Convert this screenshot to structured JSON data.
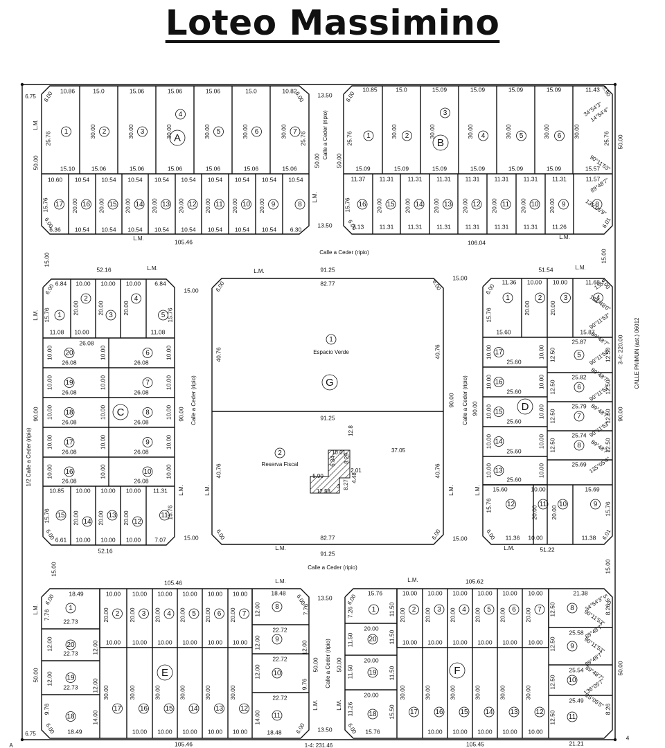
{
  "title": "Loteo Massimino",
  "street_labels": {
    "h1": "Calle a Ceder (ripio)",
    "h2": "Calle a Ceder (ripio)",
    "v_ab": "Calle a Ceder (ripio)",
    "v_cg": "Calle a Ceder (ripio)",
    "v_gd": "Calle a Ceder (ripio)",
    "v_ef": "Calle a Ceder (ripio)",
    "west": "1/2 Calle a Ceder (ripio)",
    "east": "CALLE PAIMUN (ast.) 06012"
  },
  "blocks": {
    "A": {
      "letter": "A",
      "top_dims": [
        "10.86",
        "15.0",
        "15.06",
        "15.06",
        "15.06",
        "15.0",
        "10.82"
      ],
      "upper_lots": [
        "1",
        "2",
        "3",
        "4",
        "5",
        "6",
        "7"
      ],
      "mid_dims": [
        "15.10",
        "15.06",
        "15.06",
        "15.06",
        "15.06",
        "15.06",
        "15.06"
      ],
      "row2_top": [
        "10.60",
        "10.54",
        "10.54",
        "10.54",
        "10.54",
        "10.54",
        "10.54",
        "10.54",
        "10.54",
        "10.54"
      ],
      "lower_lots": [
        "17",
        "16",
        "15",
        "14",
        "13",
        "12",
        "11",
        "10",
        "9",
        "8"
      ],
      "row2_bot": [
        "6.36",
        "10.54",
        "10.54",
        "10.54",
        "10.54",
        "10.54",
        "10.54",
        "10.54",
        "10.54",
        "6.30"
      ],
      "depth_30": "30.00",
      "depth_20": "20.00",
      "side_left": "25.76",
      "side_right": "25.76",
      "lower_side": "15.76",
      "corner": "6.00",
      "west_len": "50.00",
      "lm": "L.M.",
      "south_len": "105.46"
    },
    "B": {
      "letter": "B",
      "top_dims": [
        "10.85",
        "15.0",
        "15.09",
        "15.09",
        "15.09",
        "15.09",
        "11.43"
      ],
      "upper_lots": [
        "1",
        "2",
        "3",
        "4",
        "5",
        "6"
      ],
      "mid_dims": [
        "15.09",
        "15.09",
        "15.09",
        "15.09",
        "15.09",
        "15.09",
        "15.57"
      ],
      "row2_top": [
        "11.37",
        "11.31",
        "11.31",
        "11.31",
        "11.31",
        "11.31",
        "11.31",
        "11.31",
        "11.57"
      ],
      "lower_lots": [
        "16",
        "15",
        "14",
        "13",
        "12",
        "11",
        "10",
        "9",
        "8"
      ],
      "row2_bot": [
        "7.13",
        "11.31",
        "11.31",
        "11.31",
        "11.31",
        "11.31",
        "11.31",
        "11.26"
      ],
      "angles": [
        "34°54'3\"",
        "14°54'4\"",
        "90°11'53\"",
        "89°48'7\"",
        "135°05'9\""
      ],
      "depth_30": "30.00",
      "depth_20": "20.00",
      "side_left": "25.76",
      "side_right": "25.76",
      "lower_side": "15.76",
      "corner": "6.00",
      "corner2": "5.90",
      "corner3": "6.01",
      "east_len": "50.00",
      "lm": "L.M.",
      "south_len": "106.04"
    },
    "C": {
      "letter": "C",
      "top_len": "52.16",
      "bottom_len": "52.16",
      "lm": "L.M.",
      "top_dims": [
        "6.84",
        "10.00",
        "10.00",
        "10.00",
        "6.84"
      ],
      "top_lots": [
        "1",
        "2",
        "3",
        "4",
        "5"
      ],
      "top_bottom_dims": [
        "11.08",
        "10.00",
        "11.08"
      ],
      "left_lots": [
        "20",
        "19",
        "18",
        "17",
        "16"
      ],
      "right_lots": [
        "6",
        "7",
        "8",
        "9",
        "10"
      ],
      "lot_width": "26.08",
      "lot_depth": "10.00",
      "bottom_top_dims": [
        "10.85",
        "10.00",
        "10.00",
        "10.00",
        "11.31"
      ],
      "bottom_lots": [
        "15",
        "14",
        "13",
        "12",
        "11"
      ],
      "bottom_dims": [
        "6.61",
        "10.00",
        "10.00",
        "10.00",
        "7.07"
      ],
      "depth_20": "20.00",
      "side": "15.76",
      "corner": "6.00",
      "height": "90.00",
      "street_w": "15.00"
    },
    "G": {
      "letter": "G",
      "top_len": "91.25",
      "top_inner": "82.77",
      "mid_len": "91.25",
      "bottom_inner": "82.77",
      "bottom_len": "91.25",
      "side_upper": "40.76",
      "side_lower": "40.76",
      "height": "90.00",
      "lot1_num": "1",
      "lot1_name": "Espacio Verde",
      "lot2_num": "2",
      "lot2_name": "Reserva Fiscal",
      "reserve_dims": [
        "10.01",
        "8.29",
        "6.34",
        "2.01",
        "4.48",
        "5.90",
        "12.58",
        "3",
        "8.27",
        "12.8",
        "37.05"
      ],
      "corner": "6.00",
      "lm": "L.M.",
      "street_w": "15.00"
    },
    "D": {
      "letter": "D",
      "top_len": "51.54",
      "bottom_len": "51.22",
      "lm": "L.M.",
      "top_dims": [
        "11.36",
        "10.00",
        "10.00",
        "11.68"
      ],
      "top_lots": [
        "1",
        "2",
        "3",
        "4"
      ],
      "top_bottom_dims": [
        "15.60",
        "15.87"
      ],
      "left_lots": [
        "17",
        "16",
        "15",
        "14",
        "13"
      ],
      "left_width": "25.60",
      "right_lots": [
        "5",
        "6",
        "7",
        "8"
      ],
      "right_widths": [
        "25.87",
        "25.82",
        "25.79",
        "25.74",
        "25.69"
      ],
      "right_depth": "12.50",
      "angles": [
        "135°",
        "134°48'0\"",
        "90°11'53\"",
        "89°48'7\"",
        "90°11'53\"",
        "89°48'7\"",
        "90°11'53\"",
        "89°48'7\"",
        "90°11'53\"",
        "89°48'7\"",
        "135°05'4\""
      ],
      "bottom_top_dims": [
        "15.60",
        "10.00",
        "15.69"
      ],
      "bottom_lots": [
        "12",
        "11",
        "10",
        "9"
      ],
      "bottom_dims": [
        "11.36",
        "10.00",
        "11.38"
      ],
      "depth_20": "20.00",
      "lot_depth": "10.00",
      "side": "15.76",
      "corner": "6.00",
      "corner2": "6.01",
      "height": "90.00",
      "east_total": "3-4: 220.00",
      "street_w": "15.00"
    },
    "E": {
      "letter": "E",
      "top_len": "105.46",
      "bottom_len": "105.46",
      "lm": "L.M.",
      "top_dims": [
        "18.49",
        "10.00",
        "10.00",
        "10.00",
        "10.00",
        "10.00",
        "10.00"
      ],
      "top_lots": [
        "1",
        "2",
        "3",
        "4",
        "5",
        "6",
        "7"
      ],
      "right_top": "18.48",
      "right_bottom": "18.48",
      "right_lots": [
        "8",
        "9",
        "10",
        "11"
      ],
      "right_dims": [
        "22.72",
        "22.72",
        "22.72"
      ],
      "left_lots": [
        "20",
        "19",
        "18"
      ],
      "left_dims": [
        "22.73",
        "22.73",
        "22.73"
      ],
      "bottom_lots": [
        "17",
        "16",
        "15",
        "14",
        "13",
        "12"
      ],
      "mid_dims": [
        "10.00",
        "10.00",
        "10.00",
        "10.00",
        "10.00",
        "10.00"
      ],
      "bottom_dims": [
        "18.49",
        "10.00",
        "10.00",
        "10.00",
        "10.00",
        "10.00"
      ],
      "depth_20": "20.00",
      "depth_30": "30.00",
      "lot_12": "12.00",
      "side_14": "14.00",
      "side_776": "7.76",
      "side_976": "9.76",
      "corner": "6.00",
      "corner2": "6.75",
      "west_len": "50.00",
      "street_w": "13.50"
    },
    "F": {
      "letter": "F",
      "top_len": "105.62",
      "bottom_len": "105.45",
      "lm": "L.M.",
      "top_dims": [
        "15.76",
        "10.00",
        "10.00",
        "10.00",
        "10.00",
        "10.00",
        "10.00",
        "21.38"
      ],
      "top_lots": [
        "1",
        "2",
        "3",
        "4",
        "5",
        "6",
        "7"
      ],
      "left_lots": [
        "20",
        "19",
        "18"
      ],
      "left_dims": [
        "20.00",
        "20.00",
        "20.00"
      ],
      "right_lots": [
        "8",
        "9",
        "10",
        "11"
      ],
      "right_widths": [
        "25.58",
        "25.54",
        "25.49",
        "21.21"
      ],
      "bottom_lots": [
        "17",
        "16",
        "15",
        "14",
        "13",
        "12"
      ],
      "mid_dims": [
        "10.00",
        "10.00",
        "10.00",
        "10.00",
        "10.00",
        "10.00"
      ],
      "bottom_dims": [
        "15.76",
        "10.00",
        "10.00",
        "10.00",
        "10.00",
        "10.00"
      ],
      "angles": [
        "34°54'3\"",
        "90°11'53\"",
        "89°48'7\"",
        "90°11'53\"",
        "89°48'7\"",
        "89°48'7\"",
        "136°05'7\"",
        "15°05'5\""
      ],
      "depth_20": "20.00",
      "depth_30": "30.00",
      "side_1150": "11.50",
      "side_1250": "12.50",
      "side_1550": "15.50",
      "side_726": "7.26",
      "side_1126": "11.26",
      "side_826": "8.26",
      "corner": "6.00",
      "corner2": "5.90",
      "east_len": "50.00",
      "bottom_total": "1-4: 231.46",
      "corner_marker": "4",
      "street_w": "13.50"
    }
  },
  "misc": {
    "corner_a": "A",
    "dim_675_top": "6.75",
    "dim_675_bot": "6.75",
    "street_w_1350": "13.50",
    "street_w_15": "15.00"
  }
}
